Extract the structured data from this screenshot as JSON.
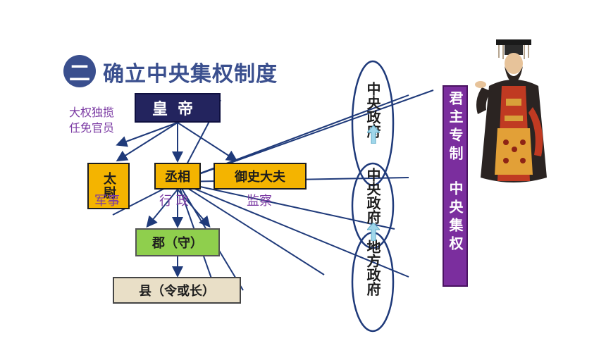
{
  "heading": {
    "number": "二",
    "title": "确立中央集权制度"
  },
  "emperor": "皇帝",
  "emperor_powers": [
    "大权独揽",
    "任免官员"
  ],
  "officials": {
    "taiwei": "太尉",
    "chengxiang": "丞相",
    "yushi": "御史大夫"
  },
  "functions": {
    "military": "军事",
    "administration": "行 政",
    "supervision": "监察"
  },
  "local": {
    "jun": "郡（守）",
    "xian": "县（令或长）"
  },
  "ellipses": {
    "central": "中央政府",
    "central2": "中央政府",
    "local": "地方政府"
  },
  "system_panel": {
    "part1": "君主专制",
    "part2": "中央集权"
  },
  "colors": {
    "heading": "#3a4f8e",
    "emperor_box": "#23245e",
    "official_box": "#f4b400",
    "jun_box": "#8fcf4d",
    "xian_box": "#e9dfc7",
    "panel": "#7b2e9e",
    "lines": "#1f3a7a"
  },
  "portrait_icon": "emperor-portrait"
}
